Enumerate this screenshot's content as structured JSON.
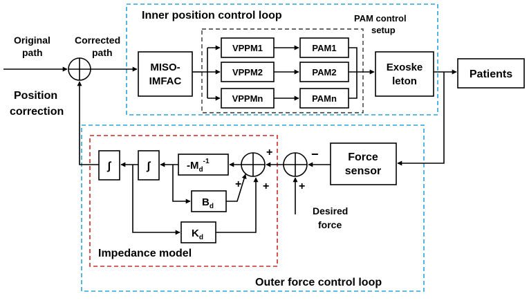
{
  "colors": {
    "inner_loop": "#29a3dc",
    "outer_loop": "#29a3dc",
    "impedance_model": "#c82828",
    "pam_setup": "#333333"
  },
  "labels": {
    "original_path": [
      "Original",
      "path"
    ],
    "corrected_path": [
      "Corrected",
      "path"
    ],
    "position_correction": [
      "Position",
      "correction"
    ],
    "inner_loop": "Inner position control loop",
    "pam_setup": [
      "PAM control",
      "setup"
    ],
    "outer_loop": "Outer force control loop",
    "impedance_model": "Impedance model",
    "desired_force": [
      "Desired",
      "force"
    ]
  },
  "blocks": {
    "miso": [
      "MISO-",
      "IMFAC"
    ],
    "vppm1": "VPPM1",
    "vppm2": "VPPM2",
    "vppmn": "VPPMn",
    "pam1": "PAM1",
    "pam2": "PAM2",
    "pamn": "PAMn",
    "exoskeleton": [
      "Exoske",
      "leton"
    ],
    "patients": "Patients",
    "force_sensor": [
      "Force",
      "sensor"
    ],
    "integrator": "∫",
    "md": {
      "base": "-M",
      "sub": "d",
      "sup": "-1"
    },
    "bd": {
      "base": "B",
      "sub": "d"
    },
    "kd": {
      "base": "K",
      "sub": "d"
    }
  },
  "signs": {
    "plus": "+",
    "minus": "−"
  }
}
